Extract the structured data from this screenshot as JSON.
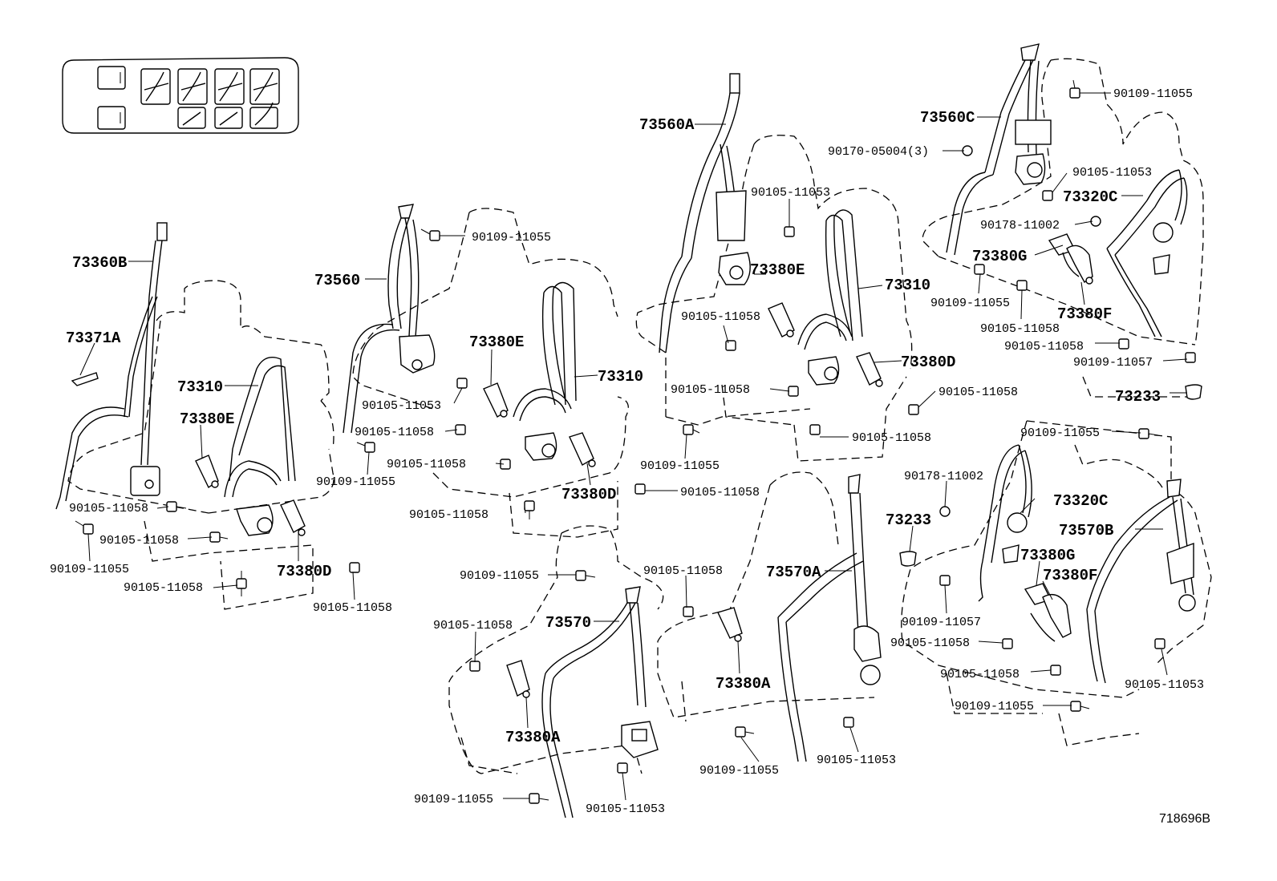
{
  "drawing_ref": "718696B",
  "callouts": {
    "c1": "73360B",
    "c2": "73371A",
    "c3": "73310",
    "c4": "73380E",
    "c5": "90105-11058",
    "c6": "90105-11058",
    "c7": "90109-11055",
    "c8": "73380D",
    "c9": "90105-11058",
    "c10": "90105-11058",
    "c11": "73560",
    "c12": "90109-11055",
    "c13": "73380E",
    "c14": "73310",
    "c15": "90105-11053",
    "c16": "90105-11058",
    "c17": "90105-11058",
    "c18": "90109-11055",
    "c19": "90105-11058",
    "c20": "73380D",
    "c21": "90105-11058",
    "c22": "73560A",
    "c23": "90105-11053",
    "c24": "73380E",
    "c25": "73310",
    "c26": "90105-11058",
    "c27": "90105-11058",
    "c28": "73380D",
    "c29": "90105-11058",
    "c30": "90105-11058",
    "c31": "90109-11055",
    "c32": "73560C",
    "c33": "90109-11055",
    "c34": "90170-05004(3)",
    "c35": "90105-11053",
    "c36": "73320C",
    "c37": "90178-11002",
    "c38": "73380G",
    "c39": "90109-11055",
    "c40": "73380F",
    "c41": "90105-11058",
    "c42": "90105-11058",
    "c43": "90109-11057",
    "c44": "73233",
    "c45": "90109-11055",
    "c46": "90105-11058",
    "c47": "73570",
    "c48": "73380A",
    "c49": "90109-11055",
    "c50": "90105-11053",
    "c51": "90105-11058",
    "c52": "73380A",
    "c53": "73570A",
    "c54": "90109-11055",
    "c55": "90105-11053",
    "c56": "90109-11055",
    "c57": "90178-11002",
    "c58": "73320C",
    "c59": "73233",
    "c60": "73570B",
    "c61": "73380G",
    "c62": "73380F",
    "c63": "90109-11057",
    "c64": "90105-11058",
    "c65": "90105-11058",
    "c66": "90105-11053",
    "c67": "90109-11055"
  }
}
